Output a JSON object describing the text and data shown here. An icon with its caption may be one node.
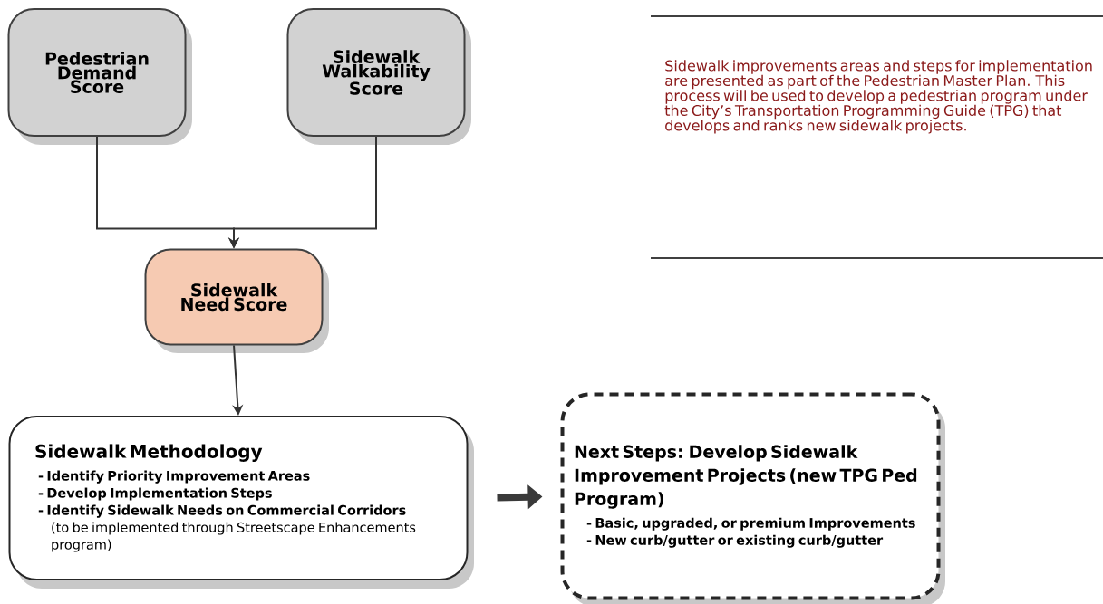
{
  "diagram": {
    "nodes": [
      {
        "text": [
          "Pedestrian Demand Score"
        ]
      },
      {
        "text": [
          "Sidewalk Walkability Score"
        ]
      },
      {
        "text": [
          "Sidewalk Need Score"
        ]
      },
      {
        "text": [
          "Sidewalk Methodology",
          "- Identify Priority Improvement Areas",
          "- Develop Implementation Steps",
          "**- Identify Sidewalk Needs on Commercial Corridors** (to be implemented through Streetscape Enhancements program)"
        ]
      },
      {
        "text": [
          "Next Steps:  Develop Sidewalk Improvement Projects (new TPG Ped Program)",
          "- Basic, upgraded, or premium Improvements",
          "- New curb/gutter or existing curb/gutter"
        ]
      }
    ],
    "edges": [
      {
        "from": 0,
        "to": 2,
        "arrow": "to"
      },
      {
        "from": 1,
        "to": 2,
        "arrow": "to"
      },
      {
        "from": 2,
        "to": 3,
        "arrow": "to"
      },
      {
        "from": 3,
        "to": 4,
        "arrow": "to",
        "style": "thick",
        "color": "#3a3a3a"
      }
    ],
    "labels": [
      "Sidewalk improvements areas and steps for implementation are presented as part of the Pedestrian Master Plan.  This process will be used to develop a pedestrian program under the City’s Transportation Programming Guide (TPG) that develops and ranks new sidewalk projects."
    ]
  }
}
